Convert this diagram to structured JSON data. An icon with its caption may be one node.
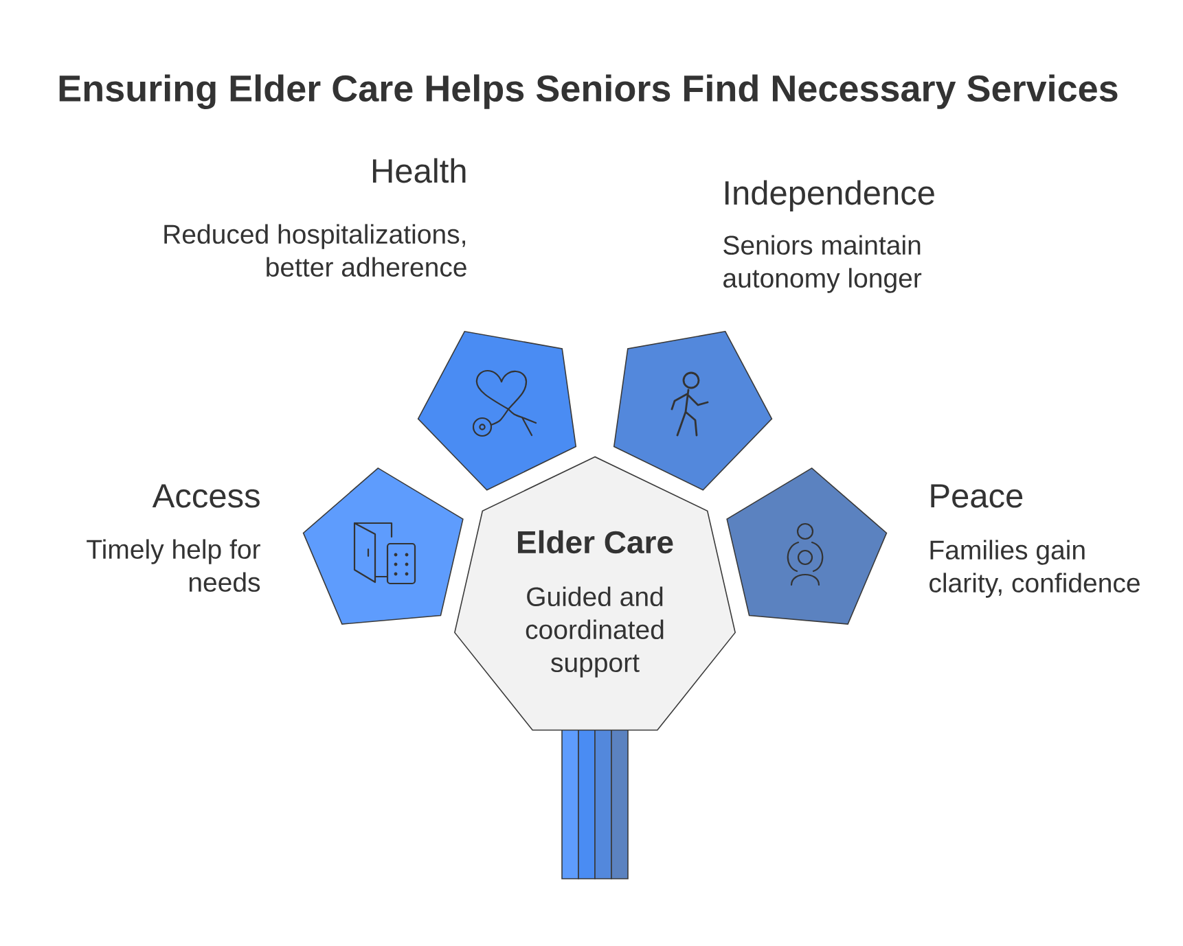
{
  "diagram": {
    "title": "Ensuring Elder Care Helps Seniors Find Necessary Services",
    "nodes": [
      {
        "text": [
          "Elder Care",
          "Guided and coordinated support"
        ]
      },
      {
        "text": [],
        "shape": "pentagon",
        "beside": [
          "Access",
          "Timely help for needs"
        ]
      },
      {
        "text": [],
        "shape": "pentagon",
        "beside": [
          "Health",
          "Reduced hospitalizations, better adherence"
        ]
      },
      {
        "text": [],
        "shape": "pentagon",
        "beside": [
          "Independence",
          "Seniors maintain autonomy longer"
        ]
      },
      {
        "text": [],
        "shape": "pentagon",
        "beside": [
          "Peace",
          "Families gain clarity, confidence"
        ]
      }
    ]
  }
}
